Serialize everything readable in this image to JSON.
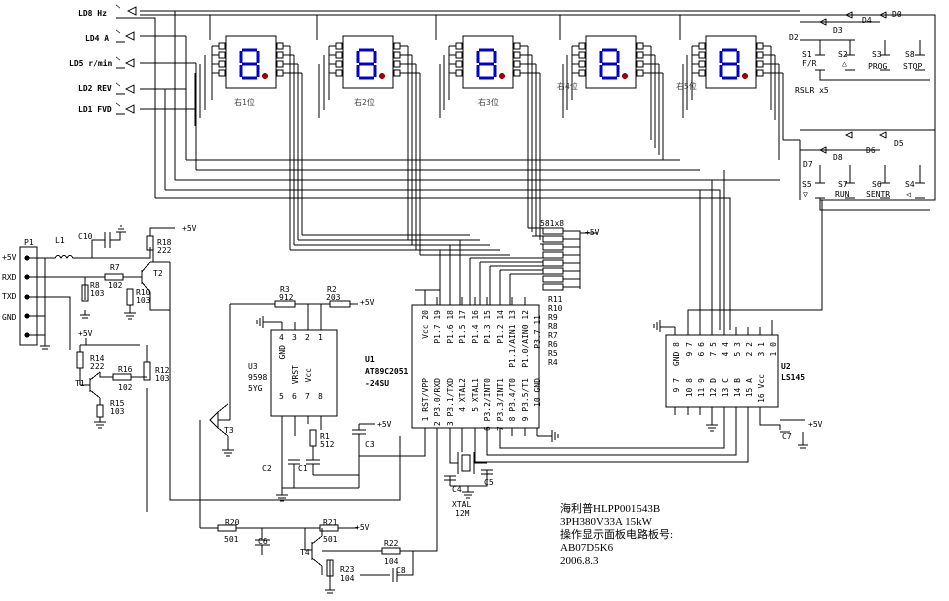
{
  "leds": {
    "ld8": "LD8 Hz",
    "ld4": "LD4 A",
    "ld5": "LD5 r/min",
    "ld2": "LD2 REV",
    "ld1": "LD1 FVD"
  },
  "digits": {
    "d1": "右1位",
    "d2": "右2位",
    "d3": "右3位",
    "d4": "右4位",
    "d5": "右5位"
  },
  "keys": {
    "s1": "S1",
    "s1sub": "F/R",
    "s2": "S2",
    "s3": "S3",
    "s3sub": "PROG",
    "s8": "S8",
    "s8sub": "STOP",
    "rslr": "RSLR x5",
    "s5": "S5",
    "s7": "S7",
    "s7sub": "RUN",
    "s6": "S6",
    "s6sub": "SENTR",
    "s4": "S4"
  },
  "diodes": {
    "d4": "D4",
    "d0": "D0",
    "d2": "D2",
    "d3": "D3",
    "d8": "D8",
    "d6": "D6",
    "d5": "D5",
    "d7": "D7"
  },
  "connector": {
    "p1": "P1",
    "p45v": "+5V",
    "rxd": "RXD",
    "txd": "TXD",
    "gnd": "GND"
  },
  "parts": {
    "l1": "L1",
    "c10": "C10",
    "plus5v": "+5V",
    "r18": "R18",
    "r18v": "222",
    "r7": "R7",
    "r7v": "102",
    "r8": "R8",
    "r8v": "103",
    "t2": "T2",
    "r10": "R10",
    "r10v": "103",
    "r14": "R14",
    "r14v": "222",
    "t1": "T1",
    "r16": "R16",
    "r16v": "102",
    "r12": "R12",
    "r12v": "103",
    "r15": "R15",
    "r15v": "103",
    "r3": "R3",
    "r3v": "912",
    "r2": "R2",
    "r2v": "203",
    "u3": "U3",
    "u3pn": "9598",
    "u3pn2": "5YG",
    "t3": "T3",
    "r1": "R1",
    "r1v": "512",
    "c3": "C3",
    "c2": "C2",
    "c1": "C1",
    "u1": "U1",
    "u1pn": "AT89C2051",
    "u1pn2": "-24SU",
    "c4": "C4",
    "c5": "C5",
    "xtal": "XTAL",
    "xtalv": "12M",
    "r20": "R20",
    "r20v": "501",
    "c6": "C6",
    "r21": "R21",
    "r21v": "501",
    "t4": "T4",
    "r22": "R22",
    "r22v": "104",
    "r23": "R23",
    "r23v": "104",
    "c8": "C8",
    "u2": "U2",
    "u2pn": "LS145",
    "c7": "C7",
    "rpack": "581x8"
  },
  "u3pins": {
    "gnd": "GND",
    "vrst": "VRST",
    "vcc": "Vcc",
    "n4": "4",
    "n3": "3",
    "n2": "2",
    "n1": "1",
    "n5": "5",
    "n6": "6",
    "n7": "7",
    "n8": "8"
  },
  "u1top": [
    "Vcc 20",
    "P1.7 19",
    "P1.6 18",
    "P1.5 17",
    "P1.4 16",
    "P1.3 15",
    "P1.2 14",
    "P1.1/AIN1 13",
    "P1.0/AIN0 12"
  ],
  "u1bot": [
    "1 RST/VPP",
    "2 P3.0/RXD",
    "3 P3.1/TXD",
    "4 XTAL2",
    "5 XTAL1",
    "6 P3.2/INT0",
    "7 P3.3/INT1",
    "8 P3.4/T0",
    "9 P3.5/T1",
    "10 GND"
  ],
  "u1p37": "P3.7 11",
  "rnet": [
    "R11",
    "R10",
    "R9",
    "R8",
    "R7",
    "R6",
    "R5",
    "R4"
  ],
  "u2top": [
    "GND 8",
    "9 7",
    "6 6",
    "7 5",
    "4 4",
    "5 3",
    "2 2",
    "3 1",
    "1 0"
  ],
  "u2bot": [
    "9 7",
    "10 8",
    "11 9",
    "12 D",
    "13 C",
    "14 B",
    "15 A",
    "16 Vcc"
  ],
  "notes": {
    "l1": "海利普HLPP001543B",
    "l2": "3PH380V33A 15kW",
    "l3": "操作显示面板电路板号:",
    "l4": "AB07D5K6",
    "l5": "2006.8.3"
  }
}
